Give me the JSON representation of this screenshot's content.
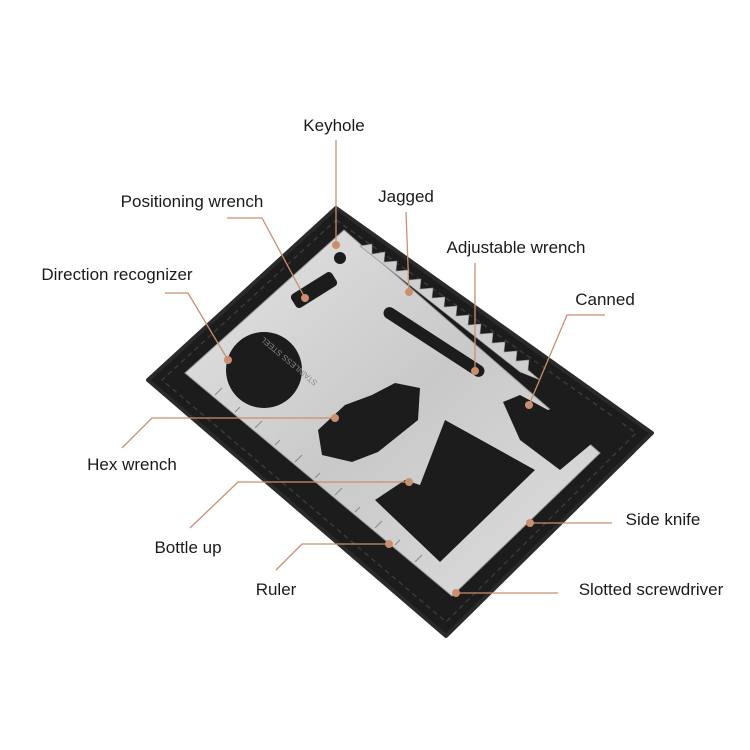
{
  "colors": {
    "leader": "#c98f70",
    "leather": "#1c1c1c",
    "steel": "#cfcfcf"
  },
  "engraving": "STAINLESS STEEL",
  "labels": {
    "keyhole": "Keyhole",
    "positioning_wrench": "Positioning wrench",
    "jagged": "Jagged",
    "adjustable_wrench": "Adjustable wrench",
    "direction_recognizer": "Direction recognizer",
    "canned": "Canned",
    "hex_wrench": "Hex wrench",
    "bottle_up": "Bottle up",
    "side_knife": "Side knife",
    "ruler": "Ruler",
    "slotted_screwdriver": "Slotted screwdriver"
  }
}
